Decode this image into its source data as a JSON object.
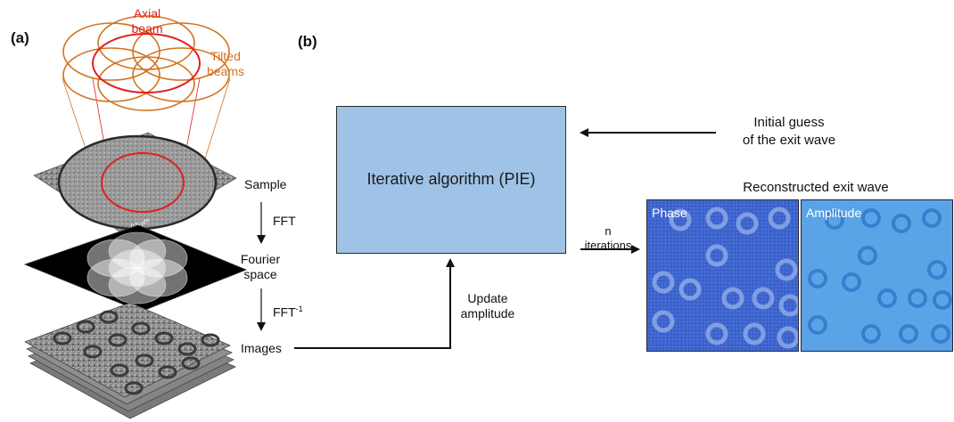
{
  "panels": {
    "a": "(a)",
    "b": "(b)"
  },
  "panel_a": {
    "axial_beam": [
      "Axial",
      "beam"
    ],
    "tilted_beams": [
      "Tilted",
      "beams"
    ],
    "sample": "Sample",
    "fft": "FFT",
    "fourier_space": [
      "Fourier",
      "space"
    ],
    "fft_inv_base": "FFT",
    "fft_inv_sup": "-1",
    "images": "Images",
    "sample_scale_text": "0.5 µm"
  },
  "panel_b": {
    "algorithm": "Iterative algorithm (PIE)",
    "initial_guess": [
      "Initial guess",
      "of the exit wave"
    ],
    "update_amplitude": [
      "Update",
      "amplitude"
    ],
    "iterations": [
      "n",
      "iterations"
    ],
    "reconstructed_title": "Reconstructed exit wave",
    "phase_label": "Phase",
    "amplitude_label": "Amplitude"
  },
  "colors": {
    "axial": "#e02020",
    "tilted": "#d4721c",
    "box_fill": "#9fc3e7",
    "phase_bg": "#3f66cf",
    "amplitude_bg": "#5aa3e6"
  }
}
